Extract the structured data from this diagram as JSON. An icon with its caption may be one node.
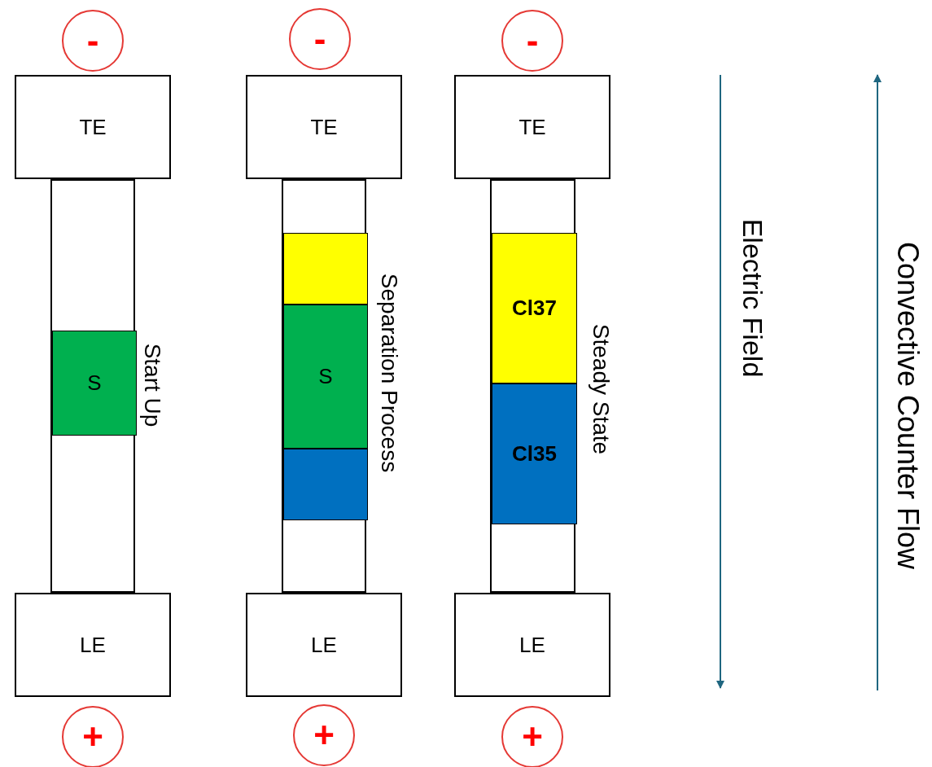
{
  "diagram": {
    "nodes": [
      {
        "text": [
          "-"
        ]
      },
      {
        "text": [
          "TE"
        ]
      },
      {
        "text": [],
        "shape": "box",
        "beside": [
          "Start Up"
        ]
      },
      {
        "text": [
          "S"
        ],
        "in": 2
      },
      {
        "text": [
          "LE"
        ]
      },
      {
        "text": [
          "+"
        ]
      },
      {
        "text": [
          "-"
        ]
      },
      {
        "text": [
          "TE"
        ]
      },
      {
        "text": [],
        "shape": "box",
        "beside": [
          "Separation Process"
        ]
      },
      {
        "text": [],
        "shape": "box",
        "in": 8
      },
      {
        "text": [
          "S"
        ],
        "in": 8
      },
      {
        "text": [],
        "shape": "box",
        "in": 8
      },
      {
        "text": [
          "LE"
        ]
      },
      {
        "text": [
          "+"
        ]
      },
      {
        "text": [
          "-"
        ]
      },
      {
        "text": [
          "TE"
        ]
      },
      {
        "text": [],
        "shape": "box",
        "beside": [
          "Steady State"
        ]
      },
      {
        "text": [
          "Cl37"
        ],
        "in": 16
      },
      {
        "text": [
          "Cl35"
        ],
        "in": 16
      },
      {
        "text": [
          "LE"
        ]
      },
      {
        "text": [
          "+"
        ]
      }
    ],
    "labels": [
      "Electric Field",
      "Convective Counter Flow"
    ]
  }
}
